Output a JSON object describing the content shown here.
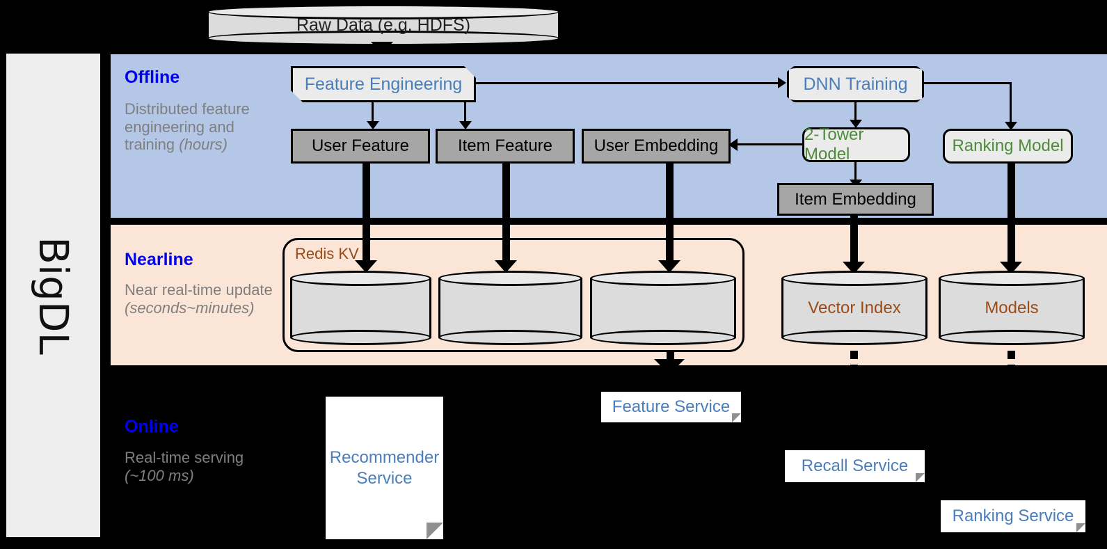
{
  "sidebar": {
    "label": "BigDL"
  },
  "top": {
    "raw_data": "Raw Data (e.g. HDFS)"
  },
  "bands": [
    {
      "title": "Offline",
      "subtitle_plain": "Distributed feature engineering and training ",
      "subtitle_italic": "(hours)"
    },
    {
      "title": "Nearline",
      "subtitle_plain": "Near real-time update ",
      "subtitle_italic": "(seconds~minutes)"
    },
    {
      "title": "Online",
      "subtitle_plain": "Real-time serving ",
      "subtitle_italic": "(~100 ms)"
    }
  ],
  "offline": {
    "feature_engineering": "Feature Engineering",
    "dnn_training": "DNN Training",
    "user_feature": "User Feature",
    "item_feature": "Item Feature",
    "user_embedding": "User Embedding",
    "two_tower_model": "2-Tower Model",
    "ranking_model": "Ranking Model",
    "item_embedding": "Item Embedding"
  },
  "nearline": {
    "redis_kv": "Redis KV",
    "stores": [
      "",
      "",
      ""
    ],
    "vector_index": "Vector Index",
    "models": "Models"
  },
  "online": {
    "recommender_service": "Recommender Service",
    "feature_service": "Feature Service",
    "recall_service": "Recall Service",
    "ranking_service": "Ranking Service"
  },
  "colors": {
    "offline_band": "#b4c7e7",
    "nearline_band": "#fbe5d6",
    "online_band": "#000000",
    "band_title": "#0000ee",
    "band_subtitle": "#7f7f7f",
    "blue_text": "#4a7ebb",
    "green_text": "#4e8b3a",
    "brown_text": "#9c4a16",
    "gray_box": "#a6a6a6",
    "light_box": "#ebebeb",
    "cylinder": "#dcdcdc",
    "sidebar": "#eeeeee"
  }
}
